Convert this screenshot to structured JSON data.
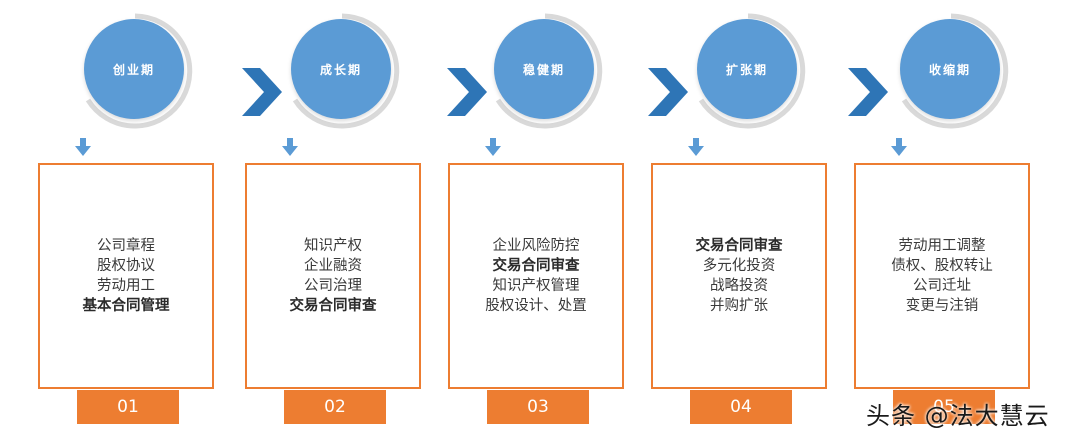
{
  "stages": [
    {
      "title": "创业期",
      "number": "01",
      "items": [
        {
          "text": "公司章程",
          "bold": false
        },
        {
          "text": "股权协议",
          "bold": false
        },
        {
          "text": "劳动用工",
          "bold": false
        },
        {
          "text": "基本合同管理",
          "bold": true
        }
      ]
    },
    {
      "title": "成长期",
      "number": "02",
      "items": [
        {
          "text": "知识产权",
          "bold": false
        },
        {
          "text": "企业融资",
          "bold": false
        },
        {
          "text": "公司治理",
          "bold": false
        },
        {
          "text": "交易合同审查",
          "bold": true
        }
      ]
    },
    {
      "title": "稳健期",
      "number": "03",
      "items": [
        {
          "text": "企业风险防控",
          "bold": false
        },
        {
          "text": "交易合同审查",
          "bold": true
        },
        {
          "text": "知识产权管理",
          "bold": false
        },
        {
          "text": "股权设计、处置",
          "bold": false
        }
      ]
    },
    {
      "title": "扩张期",
      "number": "04",
      "items": [
        {
          "text": "交易合同审查",
          "bold": true
        },
        {
          "text": "多元化投资",
          "bold": false
        },
        {
          "text": "战略投资",
          "bold": false
        },
        {
          "text": "并购扩张",
          "bold": false
        }
      ]
    },
    {
      "title": "收缩期",
      "number": "05",
      "items": [
        {
          "text": "劳动用工调整",
          "bold": false
        },
        {
          "text": "债权、股权转让",
          "bold": false
        },
        {
          "text": "公司迁址",
          "bold": false
        },
        {
          "text": "变更与注销",
          "bold": false
        }
      ]
    }
  ],
  "watermark": "头条 @法大慧云",
  "colors": {
    "circle": "#5b9bd5",
    "accent": "#ed7d31",
    "chevron": "#2e75b6",
    "ring": "#d9d9d9"
  }
}
